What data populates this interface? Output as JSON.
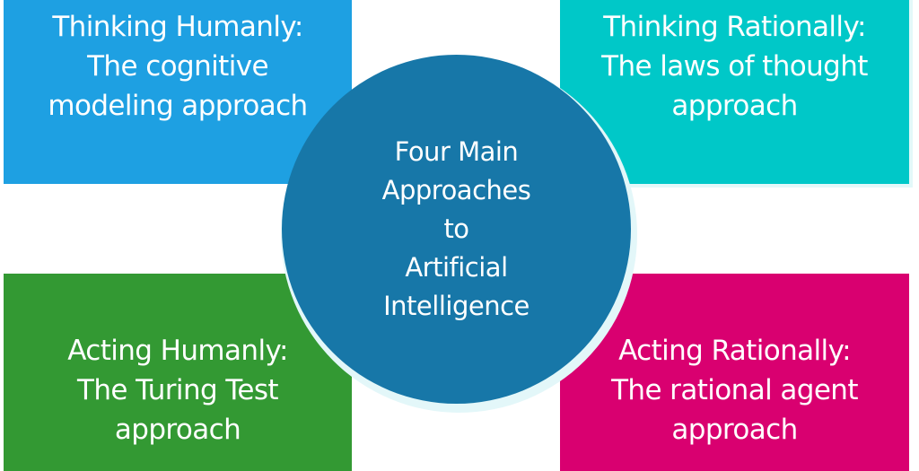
{
  "diagram": {
    "center": {
      "lines": [
        "Four Main",
        "Approaches",
        "to",
        "Artificial",
        "Intelligence"
      ],
      "color": "#1777a8"
    },
    "quadrants": [
      {
        "position": "top-left",
        "lines": [
          "Thinking Humanly:",
          "The cognitive",
          "modeling approach"
        ],
        "color": "#1ea0e2"
      },
      {
        "position": "top-right",
        "lines": [
          "Thinking Rationally:",
          "The laws of thought",
          "approach"
        ],
        "color": "#00c8c8"
      },
      {
        "position": "bottom-left",
        "lines": [
          "Acting Humanly:",
          "The Turing Test",
          "approach"
        ],
        "color": "#339933"
      },
      {
        "position": "bottom-right",
        "lines": [
          "Acting Rationally:",
          "The rational agent",
          "approach"
        ],
        "color": "#d90070"
      }
    ]
  }
}
